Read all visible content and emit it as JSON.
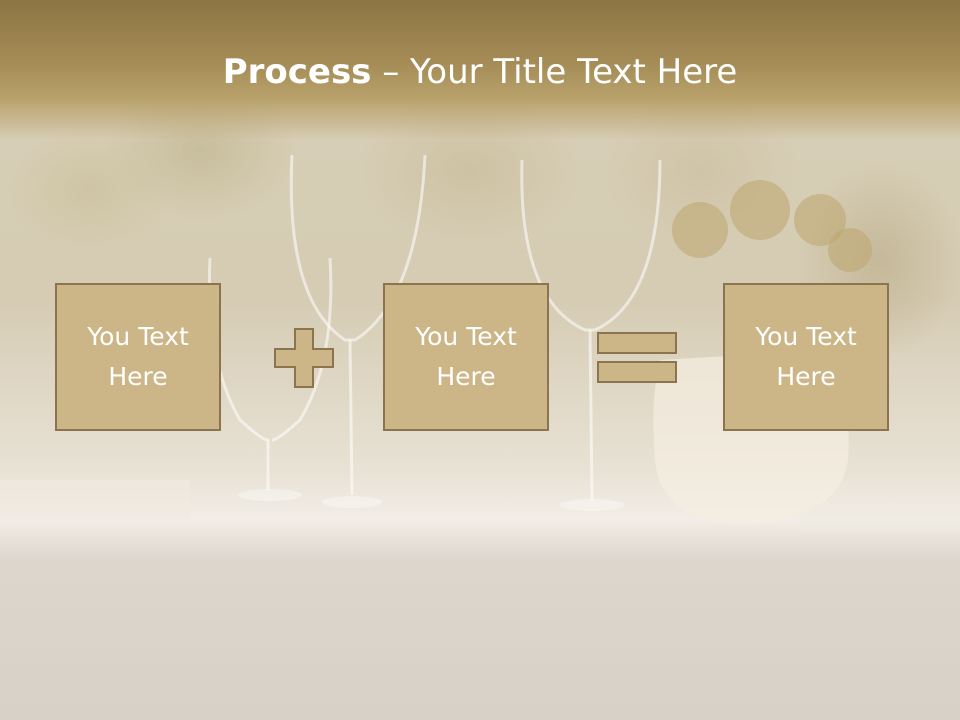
{
  "slide": {
    "title_bold": "Process",
    "title_rest": " – Your Title Text Here"
  },
  "process": {
    "boxes": [
      {
        "text": "You Text\nHere"
      },
      {
        "text": "You Text\nHere"
      },
      {
        "text": "You Text\nHere"
      }
    ],
    "operators": [
      "plus",
      "equals"
    ]
  },
  "colors": {
    "header": "#9b834f",
    "box_fill": "#ccb688",
    "box_border": "#8a7550",
    "text": "#ffffff"
  }
}
